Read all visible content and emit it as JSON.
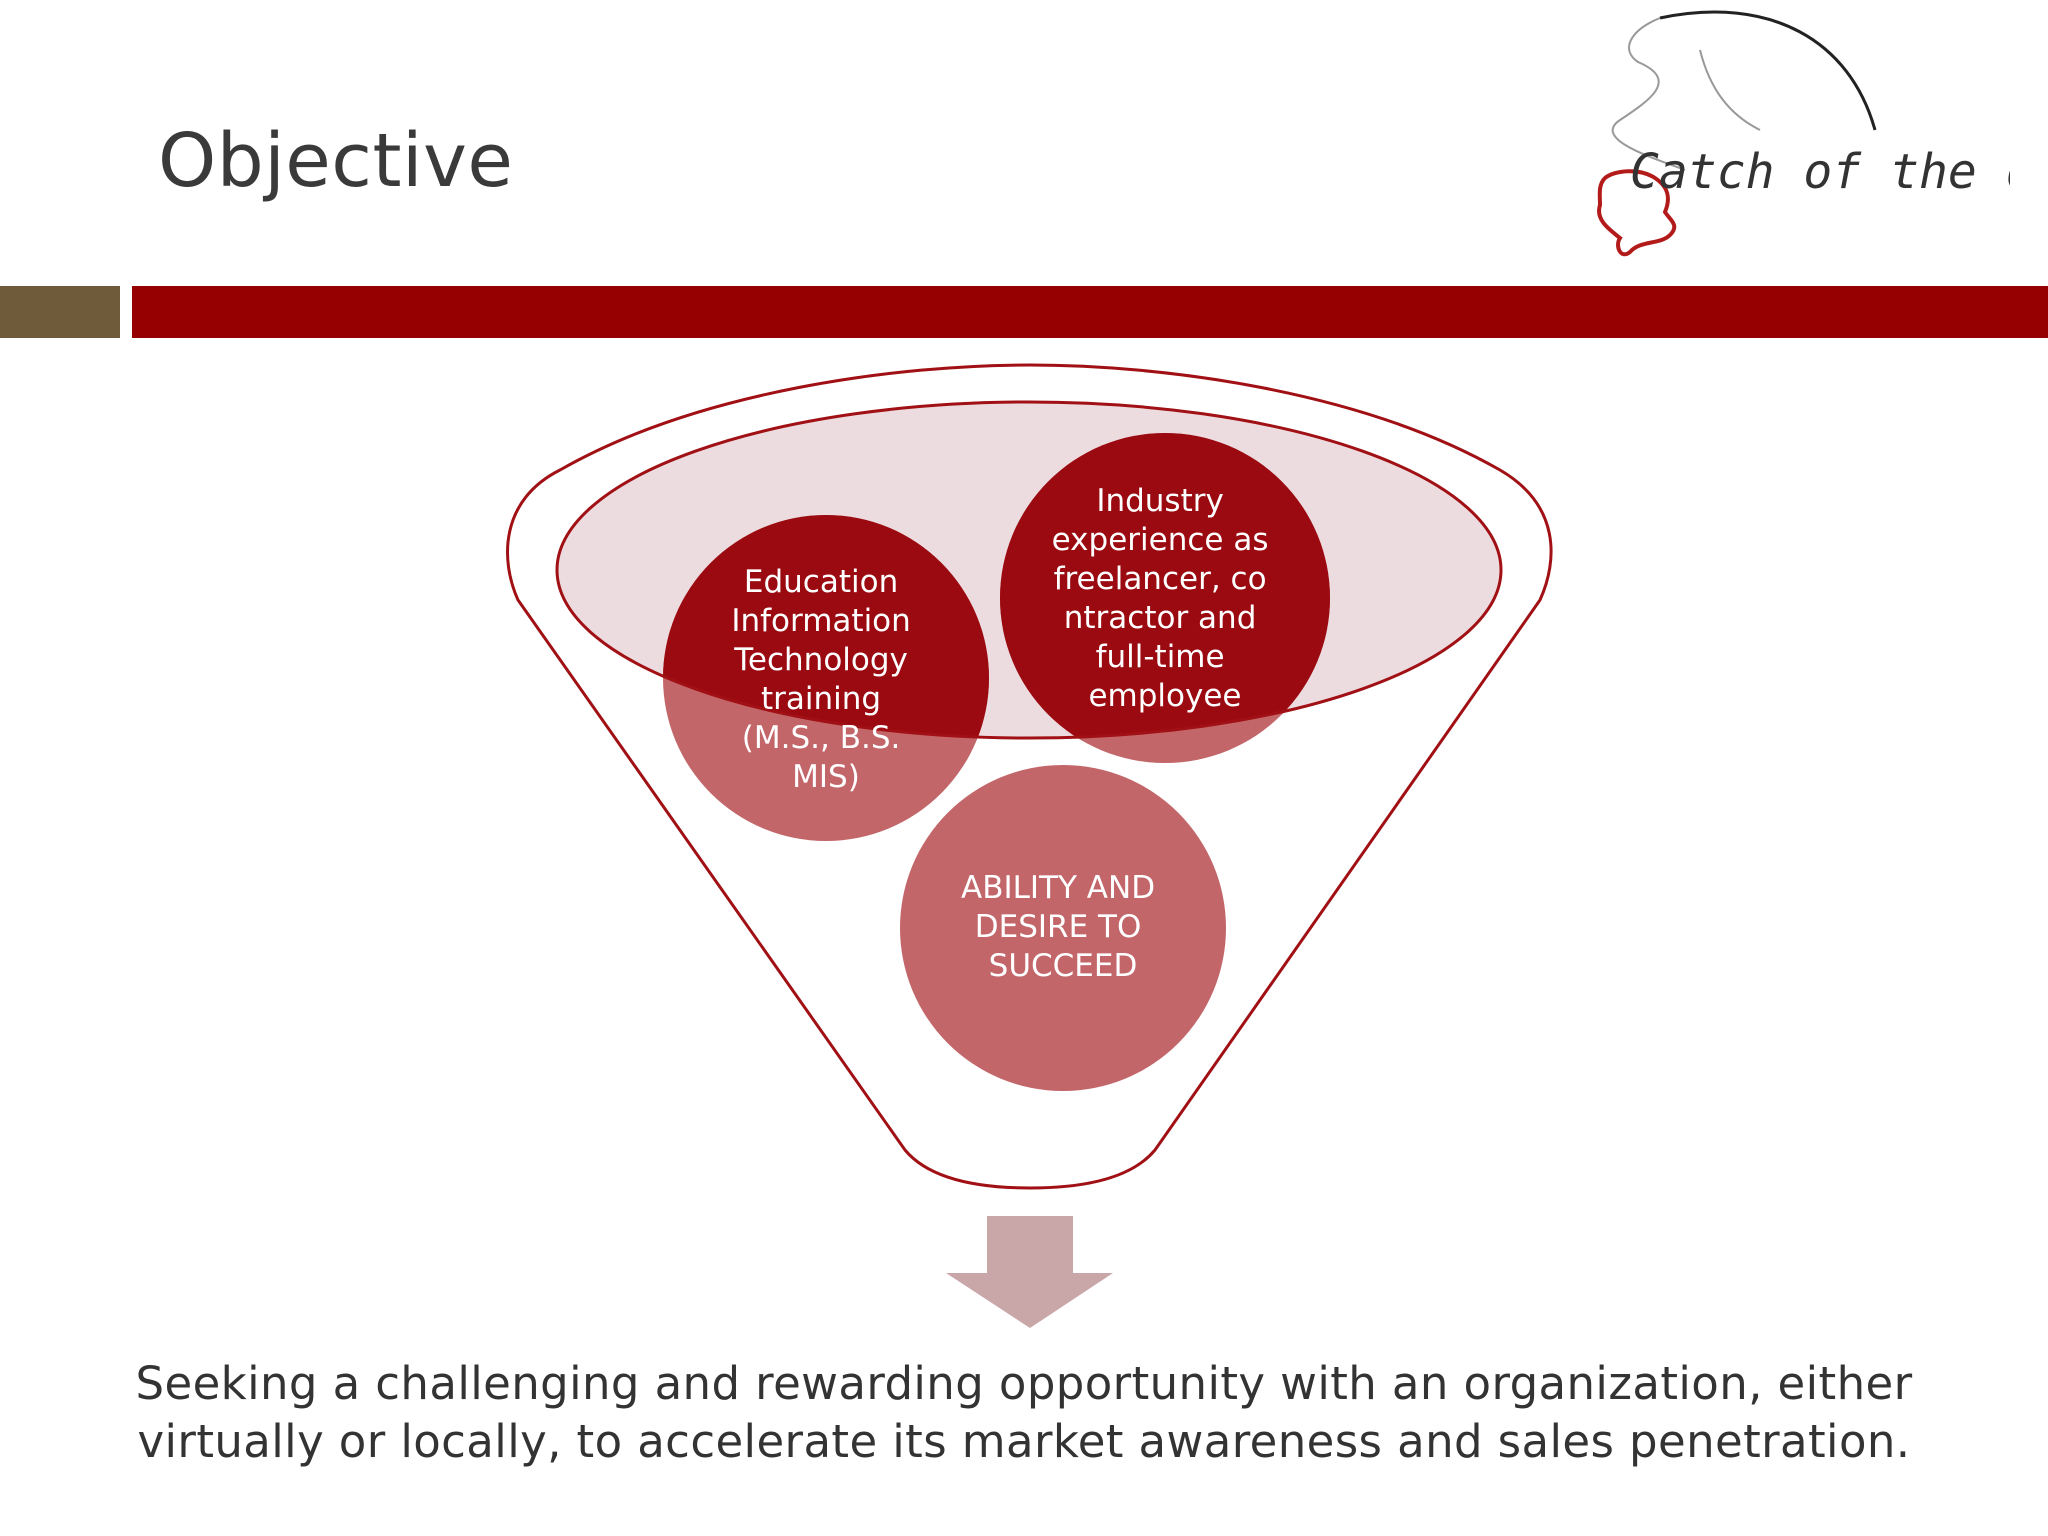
{
  "slide": {
    "title": "Objective",
    "logo": {
      "text": "Catch of the day"
    },
    "funnel": {
      "circles": [
        {
          "label_lines": [
            "Education",
            "Information",
            "Technology",
            "training",
            "(M.S., B.S.",
            "MIS)"
          ]
        },
        {
          "label_lines": [
            "Industry",
            "experience as",
            "freelancer, co",
            "ntractor and",
            "full-time",
            "employee"
          ]
        },
        {
          "label_lines": [
            "ABILITY AND",
            "DESIRE TO",
            "SUCCEED"
          ]
        }
      ]
    },
    "objective": {
      "line1": "Seeking a challenging and rewarding opportunity with an organization, either",
      "line2": "virtually or locally, to accelerate its market awareness and sales penetration."
    },
    "colors": {
      "accent_red": "#960000",
      "accent_brown": "#6f5a39",
      "circle_dark": "#9a0a10",
      "circle_light": "#c2666a",
      "arrow": "#c9a6a7"
    }
  }
}
